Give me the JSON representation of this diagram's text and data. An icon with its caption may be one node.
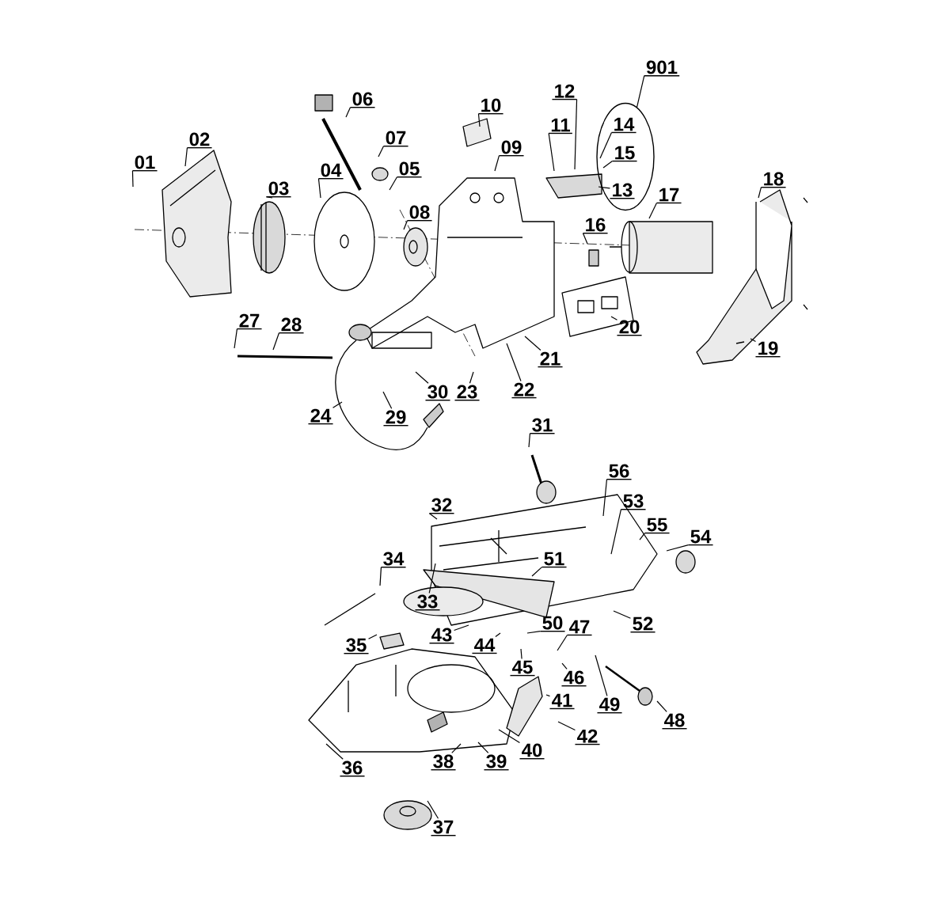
{
  "diagram": {
    "nodes": [
      {
        "text": [
          "901"
        ]
      },
      {
        "text": [],
        "shape": "ellipse"
      },
      {
        "text": [
          "14"
        ],
        "in": 1
      },
      {
        "text": [
          "15"
        ],
        "in": 1
      },
      {
        "text": [
          "13"
        ],
        "in": 1
      },
      {
        "text": [
          "12"
        ]
      },
      {
        "text": [
          "01"
        ]
      },
      {
        "text": [
          "02"
        ]
      },
      {
        "text": [
          "03"
        ]
      },
      {
        "text": [
          "04"
        ]
      },
      {
        "text": [
          "05"
        ]
      },
      {
        "text": [
          "06"
        ]
      },
      {
        "text": [
          "07"
        ]
      },
      {
        "text": [
          "08"
        ]
      },
      {
        "text": [
          "09"
        ]
      },
      {
        "text": [
          "10"
        ]
      },
      {
        "text": [
          "11"
        ]
      },
      {
        "text": [
          "16"
        ]
      },
      {
        "text": [
          "17"
        ]
      },
      {
        "text": [
          "18"
        ]
      },
      {
        "text": [
          "19"
        ]
      },
      {
        "text": [
          "20"
        ]
      },
      {
        "text": [
          "21"
        ]
      },
      {
        "text": [
          "22"
        ]
      },
      {
        "text": [
          "23"
        ]
      },
      {
        "text": [
          "27"
        ]
      },
      {
        "text": [
          "28"
        ]
      },
      {
        "text": [
          "24"
        ]
      },
      {
        "text": [
          "29"
        ]
      },
      {
        "text": [
          "30"
        ]
      },
      {
        "text": [
          "31"
        ]
      },
      {
        "text": [
          "56"
        ]
      },
      {
        "text": [
          "53"
        ]
      },
      {
        "text": [
          "32"
        ]
      },
      {
        "text": [
          "55"
        ]
      },
      {
        "text": [
          "54"
        ]
      },
      {
        "text": [
          "34"
        ]
      },
      {
        "text": [
          "51"
        ]
      },
      {
        "text": [
          "33"
        ]
      },
      {
        "text": [
          "52"
        ]
      },
      {
        "text": [
          "43"
        ]
      },
      {
        "text": [
          "47"
        ]
      },
      {
        "text": [
          "50"
        ]
      },
      {
        "text": [
          "35"
        ]
      },
      {
        "text": [
          "44"
        ]
      },
      {
        "text": [
          "45"
        ]
      },
      {
        "text": [
          "46"
        ]
      },
      {
        "text": [
          "41"
        ]
      },
      {
        "text": [
          "49"
        ]
      },
      {
        "text": [
          "48"
        ]
      },
      {
        "text": [
          "42"
        ]
      },
      {
        "text": [
          "36"
        ]
      },
      {
        "text": [
          "38"
        ]
      },
      {
        "text": [
          "39"
        ]
      },
      {
        "text": [
          "40"
        ]
      },
      {
        "text": [
          "37"
        ]
      }
    ],
    "edges": [
      {
        "from": 0,
        "to": 1,
        "arrow": "none"
      },
      {
        "from": 2,
        "to": null,
        "arrow": "none"
      },
      {
        "from": 3,
        "to": null,
        "arrow": "none"
      },
      {
        "from": 4,
        "to": null,
        "arrow": "none"
      },
      {
        "from": 5,
        "to": null,
        "arrow": "none"
      },
      {
        "from": 6,
        "to": null,
        "arrow": "none"
      },
      {
        "from": 7,
        "to": null,
        "arrow": "none"
      },
      {
        "from": 8,
        "to": null,
        "arrow": "none"
      },
      {
        "from": 9,
        "to": null,
        "arrow": "none"
      },
      {
        "from": 10,
        "to": null,
        "arrow": "none"
      },
      {
        "from": 11,
        "to": null,
        "arrow": "none"
      },
      {
        "from": 12,
        "to": null,
        "arrow": "none"
      },
      {
        "from": 13,
        "to": null,
        "arrow": "none"
      },
      {
        "from": 14,
        "to": null,
        "arrow": "none"
      },
      {
        "from": 15,
        "to": null,
        "arrow": "none"
      },
      {
        "from": 16,
        "to": null,
        "arrow": "none"
      },
      {
        "from": 17,
        "to": null,
        "arrow": "none"
      },
      {
        "from": 18,
        "to": null,
        "arrow": "none"
      },
      {
        "from": 19,
        "to": null,
        "arrow": "none"
      },
      {
        "from": 20,
        "to": null,
        "arrow": "none"
      },
      {
        "from": 21,
        "to": null,
        "arrow": "none"
      },
      {
        "from": 22,
        "to": null,
        "arrow": "none"
      },
      {
        "from": 23,
        "to": null,
        "arrow": "none"
      },
      {
        "from": 24,
        "to": null,
        "arrow": "none"
      },
      {
        "from": 25,
        "to": null,
        "arrow": "none"
      },
      {
        "from": 26,
        "to": null,
        "arrow": "none"
      },
      {
        "from": 27,
        "to": null,
        "arrow": "none"
      },
      {
        "from": 28,
        "to": null,
        "arrow": "none"
      },
      {
        "from": 29,
        "to": null,
        "arrow": "none"
      },
      {
        "from": 30,
        "to": null,
        "arrow": "none"
      },
      {
        "from": 31,
        "to": null,
        "arrow": "none"
      },
      {
        "from": 32,
        "to": null,
        "arrow": "none"
      },
      {
        "from": 33,
        "to": null,
        "arrow": "none"
      },
      {
        "from": 34,
        "to": null,
        "arrow": "none"
      },
      {
        "from": 35,
        "to": null,
        "arrow": "none"
      },
      {
        "from": 36,
        "to": null,
        "arrow": "none"
      },
      {
        "from": 37,
        "to": null,
        "arrow": "none"
      },
      {
        "from": 38,
        "to": null,
        "arrow": "none"
      },
      {
        "from": 39,
        "to": null,
        "arrow": "none"
      },
      {
        "from": 40,
        "to": null,
        "arrow": "none"
      },
      {
        "from": 41,
        "to": null,
        "arrow": "none"
      },
      {
        "from": 42,
        "to": null,
        "arrow": "none"
      },
      {
        "from": 43,
        "to": null,
        "arrow": "none"
      },
      {
        "from": 44,
        "to": null,
        "arrow": "none"
      },
      {
        "from": 45,
        "to": null,
        "arrow": "none"
      },
      {
        "from": 46,
        "to": null,
        "arrow": "none"
      },
      {
        "from": 47,
        "to": null,
        "arrow": "none"
      },
      {
        "from": 48,
        "to": null,
        "arrow": "none"
      },
      {
        "from": 49,
        "to": null,
        "arrow": "none"
      },
      {
        "from": 50,
        "to": null,
        "arrow": "none"
      },
      {
        "from": 51,
        "to": null,
        "arrow": "none"
      },
      {
        "from": 52,
        "to": null,
        "arrow": "none"
      },
      {
        "from": 53,
        "to": null,
        "arrow": "none"
      },
      {
        "from": 54,
        "to": null,
        "arrow": "none"
      },
      {
        "from": 55,
        "to": null,
        "arrow": "none"
      }
    ]
  }
}
